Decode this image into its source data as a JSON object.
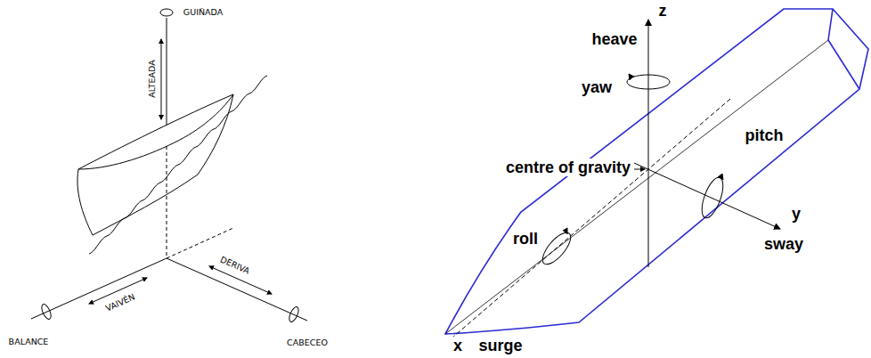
{
  "diagram": {
    "labels": [
      "GUIÑADA",
      "ALTEADA",
      "BALANCE",
      "VAIVÉN",
      "DERIVA",
      "CABECEO",
      "z",
      "heave",
      "yaw",
      "centre of gravity",
      "pitch",
      "roll",
      "y",
      "sway",
      "x",
      "surge"
    ]
  }
}
